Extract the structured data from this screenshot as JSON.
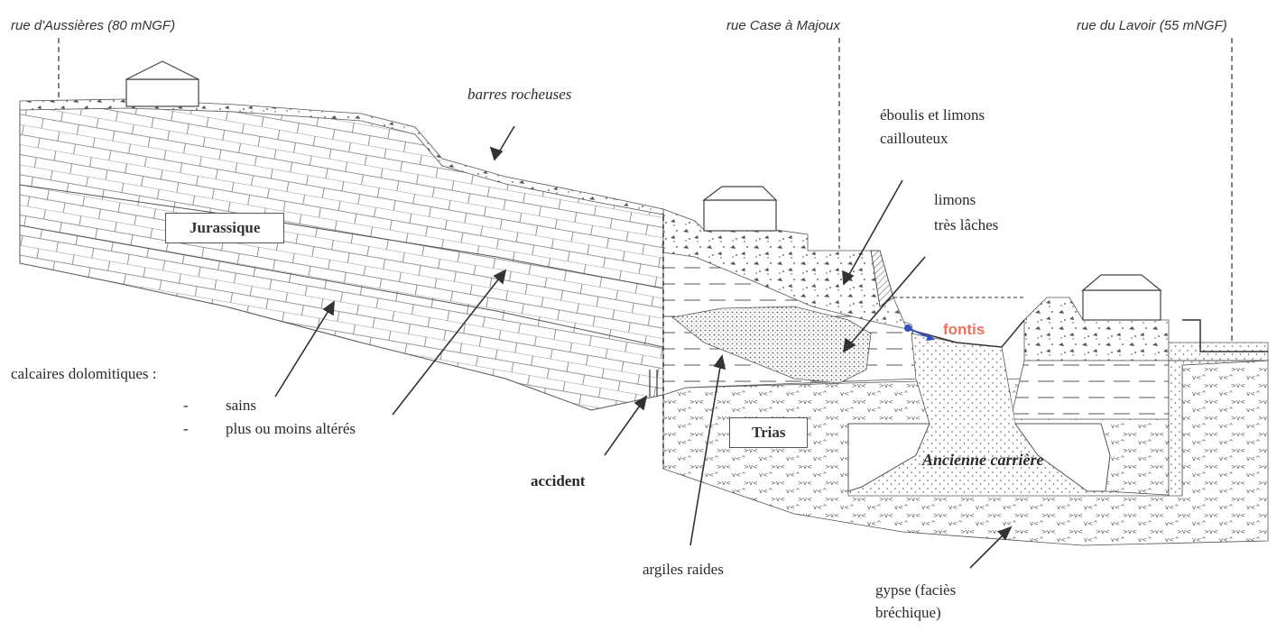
{
  "roads": {
    "aussieres": "rue d'Aussières (80 mNGF)",
    "case_majoux": "rue Case à Majoux",
    "lavoir": "rue du Lavoir (55 mNGF)"
  },
  "labels": {
    "barres_rocheuses": "barres rocheuses",
    "eboulis_line1": "éboulis et limons",
    "eboulis_line2": "caillouteux",
    "limons_line1": "limons",
    "limons_line2": "très lâches",
    "fontis": "fontis",
    "jurassique": "Jurassique",
    "trias": "Trias",
    "calcaires": "calcaires dolomitiques :",
    "sains_dash": "-",
    "sains": "sains",
    "alteres_dash": "-",
    "alteres": "plus ou moins altérés",
    "accident": "accident",
    "ancienne_carriere": "Ancienne carrière",
    "argiles": "argiles raides",
    "gypse_line1": "gypse (faciès",
    "gypse_line2": "bréchique)"
  },
  "colors": {
    "line": "#444444",
    "fontis_text": "#f07060",
    "fontis_marker": "#3050c0"
  }
}
